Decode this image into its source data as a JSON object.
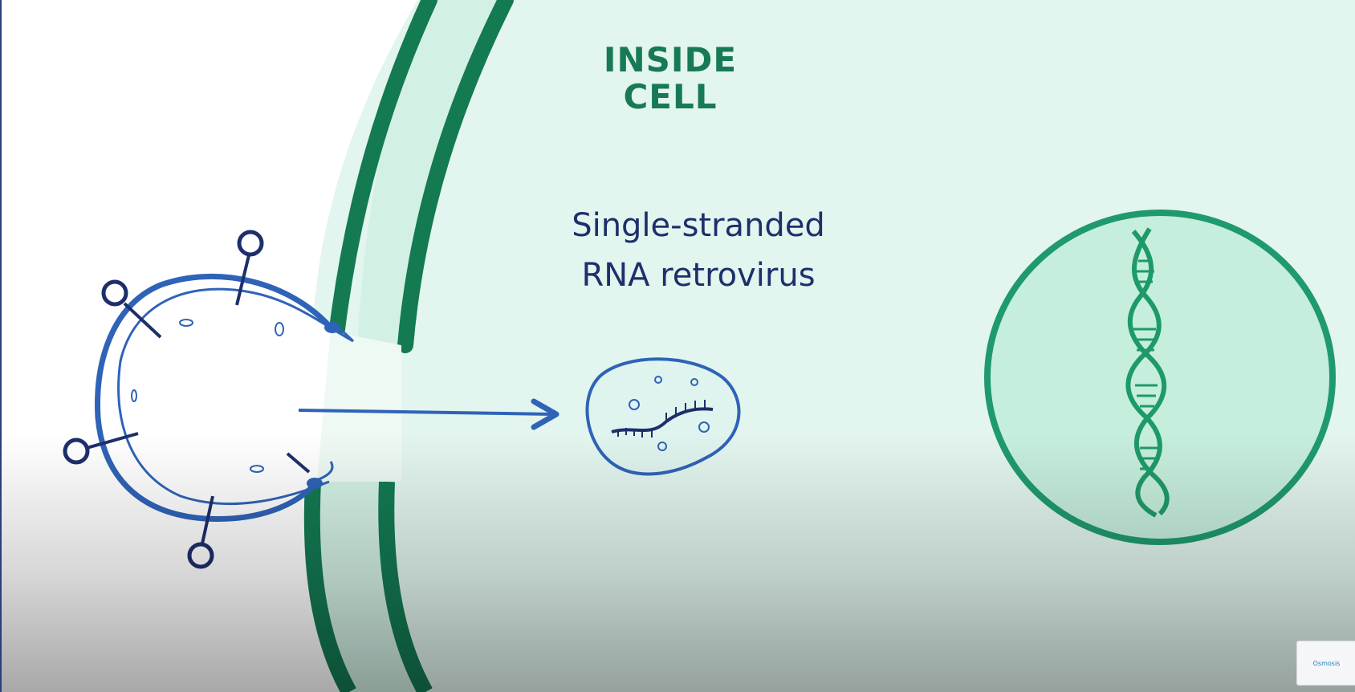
{
  "scene": {
    "inside_label": "INSIDE\nCELL",
    "virus_label": "Single-stranded\nRNA retrovirus",
    "watermark_text": "Osmosis"
  },
  "colors": {
    "background_outside": "#ffffff",
    "cytoplasm": "#e2f5ee",
    "membrane_dark": "#137a52",
    "membrane_light": "#d3f0e4",
    "virus_blue": "#2f63b8",
    "virus_dark": "#1d2f6b",
    "nucleus_fill": "#c6eedd",
    "nucleus_stroke": "#1f9a6e",
    "dna_green": "#1e9a6a"
  },
  "icons": {
    "virus": "virus-icon",
    "dna": "dna-double-helix-icon",
    "arrow": "arrow-right-icon",
    "rna": "rna-strand-icon"
  }
}
